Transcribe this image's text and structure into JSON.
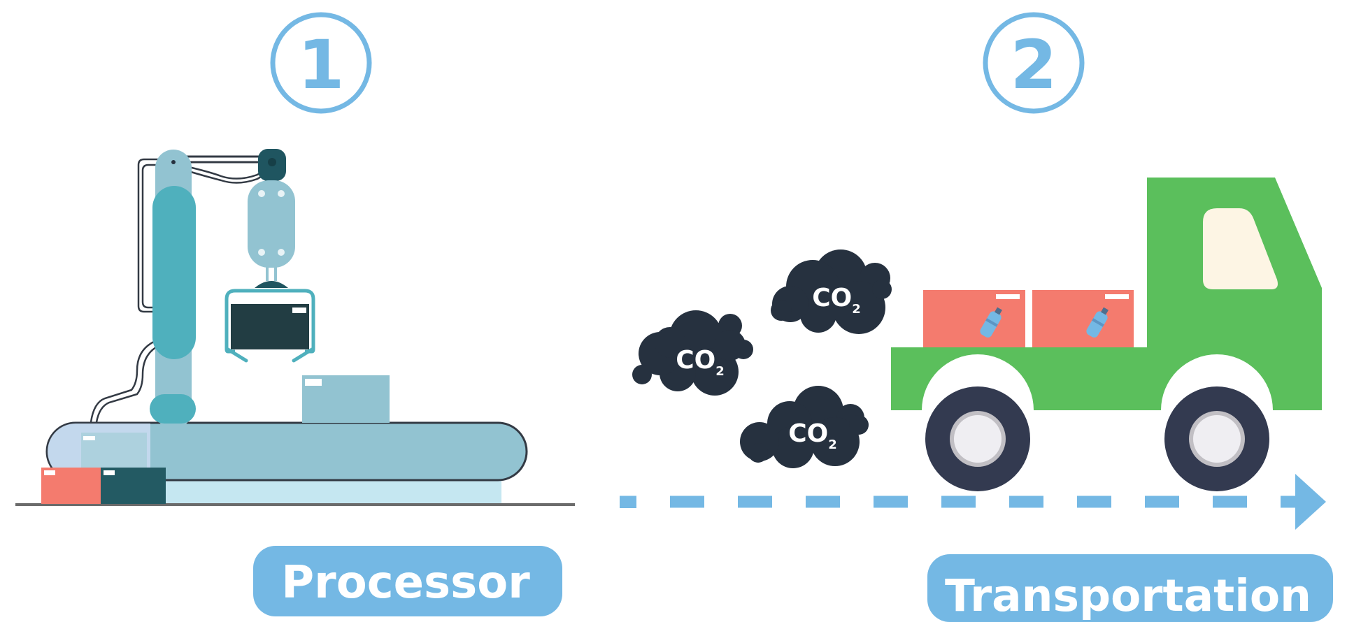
{
  "steps": [
    {
      "number": "1",
      "label": "Processor"
    },
    {
      "number": "2",
      "label": "Transportation"
    }
  ],
  "emissions": {
    "main": "CO",
    "subscript": "2"
  },
  "colors": {
    "accent": "#74B8E4",
    "dark": "#26313F",
    "teal": "#4FB0BD",
    "light_teal": "#92C3D1",
    "truck_green": "#5BBF5C",
    "box_red": "#F47B6E",
    "wheel": "#333A50",
    "white": "#FFFFFF"
  }
}
